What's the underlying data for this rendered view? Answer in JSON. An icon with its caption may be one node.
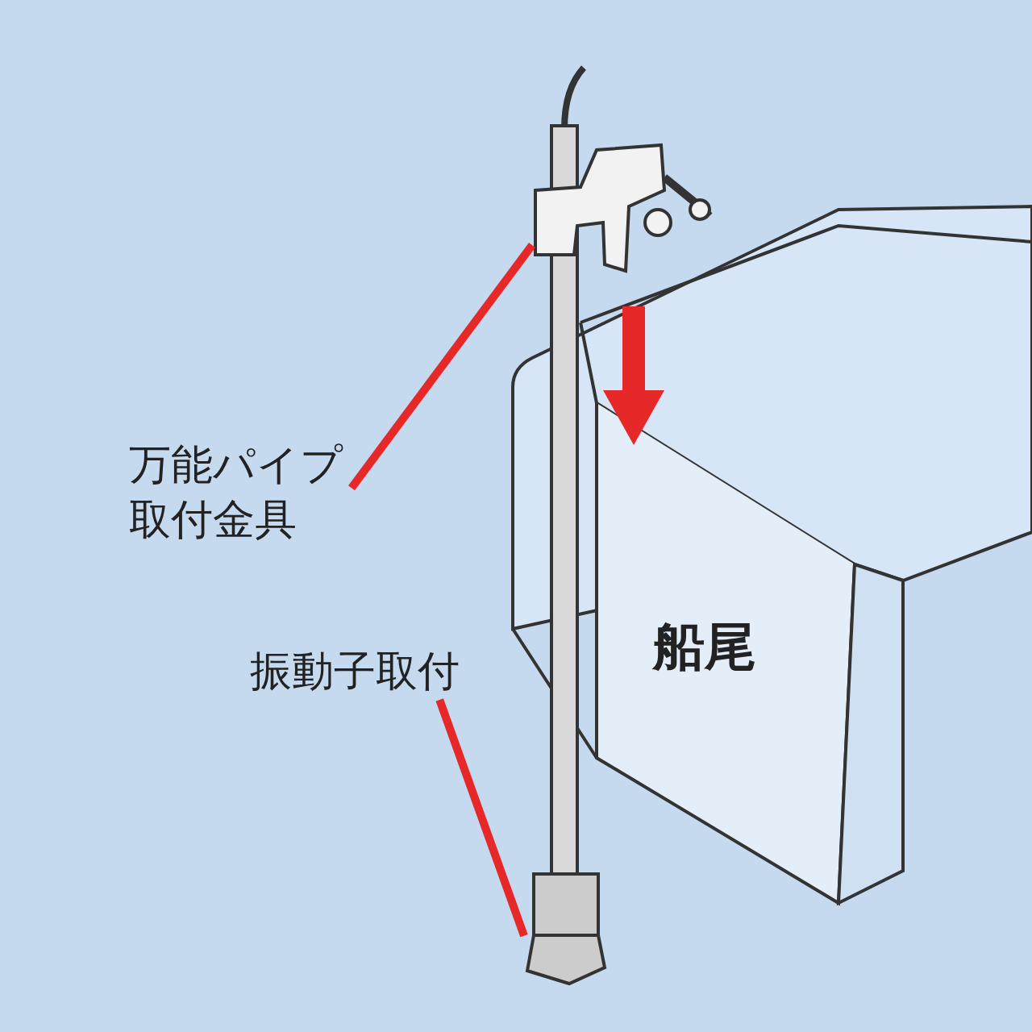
{
  "diagram": {
    "nodes": [
      {
        "text": [
          "万能パイプ取付金具"
        ]
      },
      {
        "text": [],
        "shape": "picture"
      },
      {
        "text": [
          "振動子取付"
        ]
      },
      {
        "text": [],
        "shape": "picture"
      }
    ],
    "edges": [
      {
        "from": 0,
        "to": 1,
        "arrow": "none"
      },
      {
        "from": 2,
        "to": 3,
        "arrow": "none"
      }
    ],
    "labels": [
      "船尾"
    ]
  }
}
